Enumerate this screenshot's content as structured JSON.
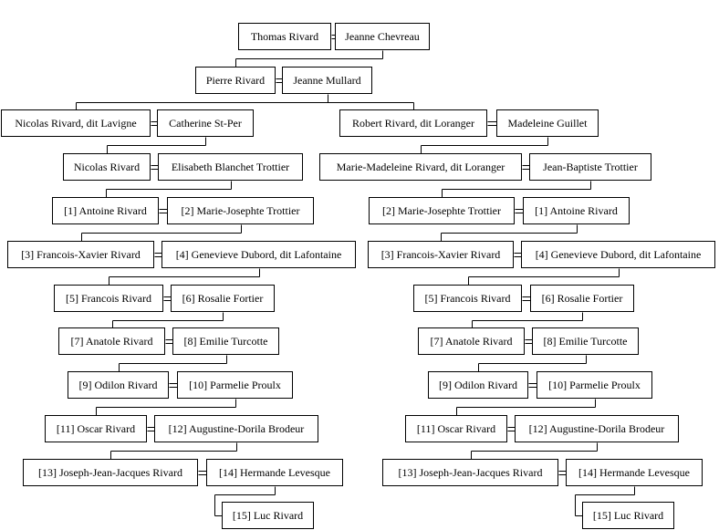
{
  "people": {
    "thomas_rivard": "Thomas Rivard",
    "jeanne_chevreau": "Jeanne Chevreau",
    "pierre_rivard": "Pierre Rivard",
    "jeanne_mullard": "Jeanne Mullard",
    "nicolas_rivard_lavigne": "Nicolas Rivard, dit Lavigne",
    "catherine_stper": "Catherine St-Per",
    "robert_rivard_loranger": "Robert Rivard, dit Loranger",
    "madeleine_guillet": "Madeleine Guillet",
    "nicolas_rivard": "Nicolas Rivard",
    "elisabeth_trottier": "Elisabeth Blanchet Trottier",
    "marie_madeleine_rivard": "Marie-Madeleine Rivard, dit Loranger",
    "jean_baptiste_trottier": "Jean-Baptiste Trottier",
    "l1_antoine": "[1] Antoine Rivard",
    "l2_marie_josephte": "[2] Marie-Josephte Trottier",
    "r2_marie_josephte": "[2] Marie-Josephte Trottier",
    "r1_antoine": "[1] Antoine Rivard",
    "l3_francois_xavier": "[3] Francois-Xavier Rivard",
    "l4_genevieve": "[4] Genevieve Dubord, dit Lafontaine",
    "r3_francois_xavier": "[3] Francois-Xavier Rivard",
    "r4_genevieve": "[4] Genevieve Dubord, dit Lafontaine",
    "l5_francois": "[5] Francois Rivard",
    "l6_rosalie": "[6] Rosalie Fortier",
    "r5_francois": "[5] Francois Rivard",
    "r6_rosalie": "[6] Rosalie Fortier",
    "l7_anatole": "[7] Anatole Rivard",
    "l8_emilie": "[8] Emilie Turcotte",
    "r7_anatole": "[7] Anatole Rivard",
    "r8_emilie": "[8] Emilie Turcotte",
    "l9_odilon": "[9] Odilon Rivard",
    "l10_parmelie": "[10] Parmelie Proulx",
    "r9_odilon": "[9] Odilon Rivard",
    "r10_parmelie": "[10] Parmelie Proulx",
    "l11_oscar": "[11] Oscar Rivard",
    "l12_augustine": "[12] Augustine-Dorila Brodeur",
    "r11_oscar": "[11] Oscar Rivard",
    "r12_augustine": "[12] Augustine-Dorila Brodeur",
    "l13_joseph": "[13] Joseph-Jean-Jacques Rivard",
    "l14_hermande": "[14] Hermande Levesque",
    "r13_joseph": "[13] Joseph-Jean-Jacques Rivard",
    "r14_hermande": "[14] Hermande Levesque",
    "l15_luc": "[15] Luc Rivard",
    "r15_luc": "[15] Luc Rivard"
  },
  "couples": [
    [
      "thomas_rivard",
      "jeanne_chevreau"
    ],
    [
      "pierre_rivard",
      "jeanne_mullard"
    ],
    [
      "nicolas_rivard_lavigne",
      "catherine_stper"
    ],
    [
      "robert_rivard_loranger",
      "madeleine_guillet"
    ],
    [
      "nicolas_rivard",
      "elisabeth_trottier"
    ],
    [
      "marie_madeleine_rivard",
      "jean_baptiste_trottier"
    ],
    [
      "l1_antoine",
      "l2_marie_josephte"
    ],
    [
      "r2_marie_josephte",
      "r1_antoine"
    ],
    [
      "l3_francois_xavier",
      "l4_genevieve"
    ],
    [
      "r3_francois_xavier",
      "r4_genevieve"
    ],
    [
      "l5_francois",
      "l6_rosalie"
    ],
    [
      "r5_francois",
      "r6_rosalie"
    ],
    [
      "l7_anatole",
      "l8_emilie"
    ],
    [
      "r7_anatole",
      "r8_emilie"
    ],
    [
      "l9_odilon",
      "l10_parmelie"
    ],
    [
      "r9_odilon",
      "r10_parmelie"
    ],
    [
      "l11_oscar",
      "l12_augustine"
    ],
    [
      "r11_oscar",
      "r12_augustine"
    ],
    [
      "l13_joseph",
      "l14_hermande"
    ],
    [
      "r13_joseph",
      "r14_hermande"
    ]
  ],
  "descents": [
    {
      "from": [
        "thomas_rivard",
        "jeanne_chevreau"
      ],
      "to": [
        "pierre_rivard"
      ]
    },
    {
      "from": [
        "pierre_rivard",
        "jeanne_mullard"
      ],
      "to": [
        "nicolas_rivard_lavigne",
        "robert_rivard_loranger"
      ]
    },
    {
      "from": [
        "nicolas_rivard_lavigne",
        "catherine_stper"
      ],
      "to": [
        "nicolas_rivard"
      ]
    },
    {
      "from": [
        "robert_rivard_loranger",
        "madeleine_guillet"
      ],
      "to": [
        "marie_madeleine_rivard"
      ]
    },
    {
      "from": [
        "nicolas_rivard",
        "elisabeth_trottier"
      ],
      "to": [
        "l1_antoine"
      ]
    },
    {
      "from": [
        "marie_madeleine_rivard",
        "jean_baptiste_trottier"
      ],
      "to": [
        "r2_marie_josephte"
      ]
    },
    {
      "from": [
        "l1_antoine",
        "l2_marie_josephte"
      ],
      "to": [
        "l3_francois_xavier"
      ]
    },
    {
      "from": [
        "r2_marie_josephte",
        "r1_antoine"
      ],
      "to": [
        "r3_francois_xavier"
      ]
    },
    {
      "from": [
        "l3_francois_xavier",
        "l4_genevieve"
      ],
      "to": [
        "l5_francois"
      ]
    },
    {
      "from": [
        "r3_francois_xavier",
        "r4_genevieve"
      ],
      "to": [
        "r5_francois"
      ]
    },
    {
      "from": [
        "l5_francois",
        "l6_rosalie"
      ],
      "to": [
        "l7_anatole"
      ]
    },
    {
      "from": [
        "r5_francois",
        "r6_rosalie"
      ],
      "to": [
        "r7_anatole"
      ]
    },
    {
      "from": [
        "l7_anatole",
        "l8_emilie"
      ],
      "to": [
        "l9_odilon"
      ]
    },
    {
      "from": [
        "r7_anatole",
        "r8_emilie"
      ],
      "to": [
        "r9_odilon"
      ]
    },
    {
      "from": [
        "l9_odilon",
        "l10_parmelie"
      ],
      "to": [
        "l11_oscar"
      ]
    },
    {
      "from": [
        "r9_odilon",
        "r10_parmelie"
      ],
      "to": [
        "r11_oscar"
      ]
    },
    {
      "from": [
        "l11_oscar",
        "l12_augustine"
      ],
      "to": [
        "l13_joseph"
      ]
    },
    {
      "from": [
        "r11_oscar",
        "r12_augustine"
      ],
      "to": [
        "r13_joseph"
      ]
    },
    {
      "from": [
        "l13_joseph",
        "l14_hermande"
      ],
      "to": [
        "l15_luc"
      ]
    },
    {
      "from": [
        "r13_joseph",
        "r14_hermande"
      ],
      "to": [
        "r15_luc"
      ]
    }
  ]
}
